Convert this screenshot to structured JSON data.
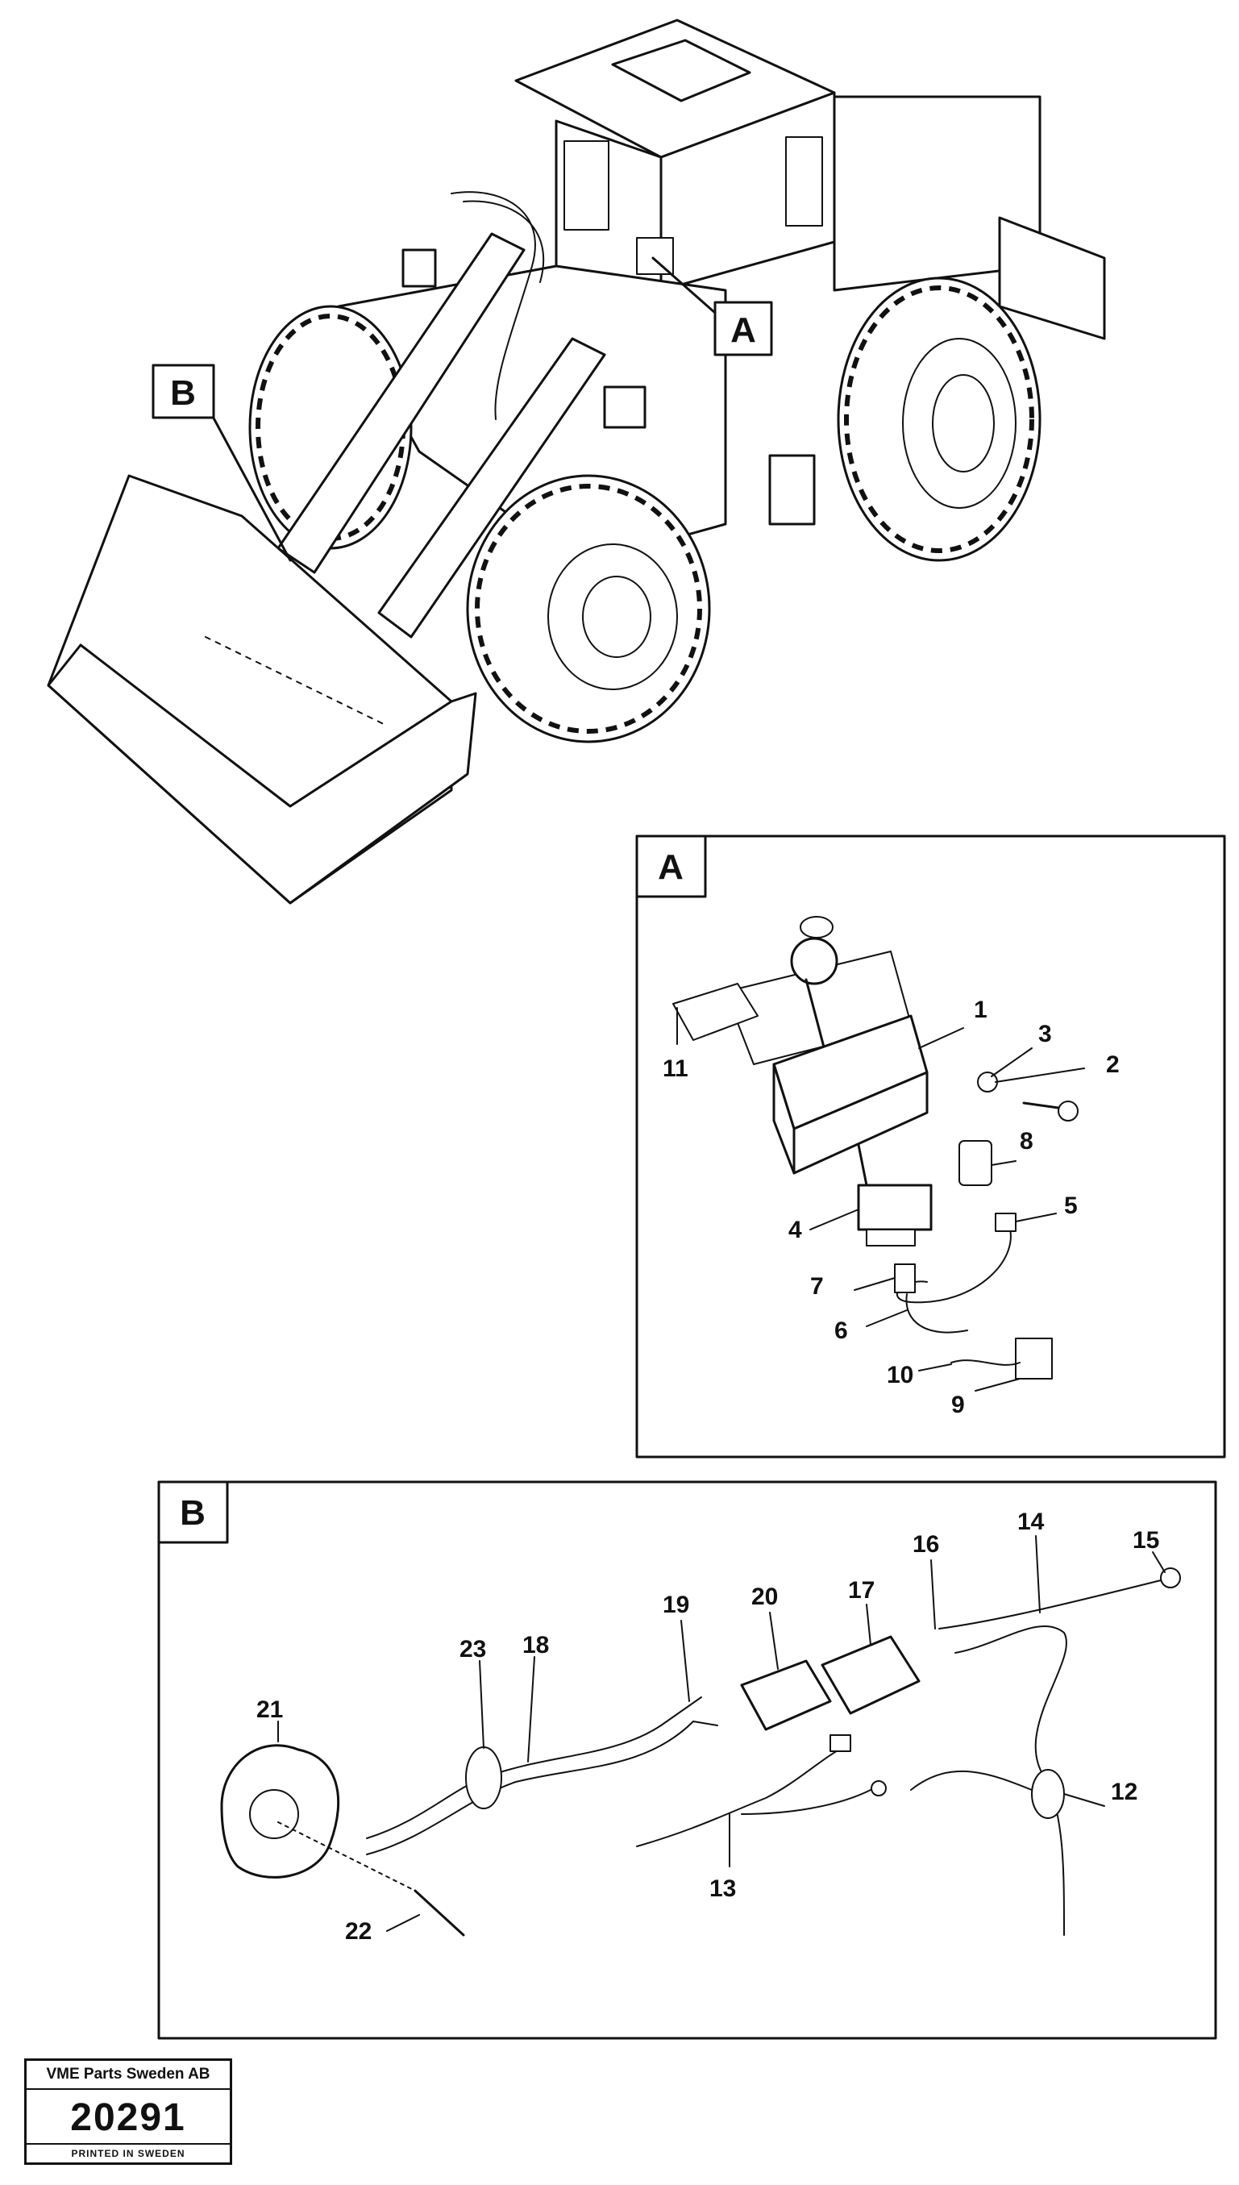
{
  "views": {
    "overview": {
      "tags": [
        "A",
        "B"
      ]
    },
    "detail_a": {
      "tag": "A",
      "callouts": [
        "1",
        "2",
        "3",
        "4",
        "5",
        "6",
        "7",
        "8",
        "9",
        "10",
        "11"
      ]
    },
    "detail_b": {
      "tag": "B",
      "callouts": [
        "12",
        "13",
        "14",
        "15",
        "16",
        "17",
        "18",
        "19",
        "20",
        "21",
        "22",
        "23"
      ]
    }
  },
  "footer": {
    "company": "VME Parts Sweden AB",
    "drawing_number": "20291",
    "printed": "PRINTED IN SWEDEN"
  }
}
